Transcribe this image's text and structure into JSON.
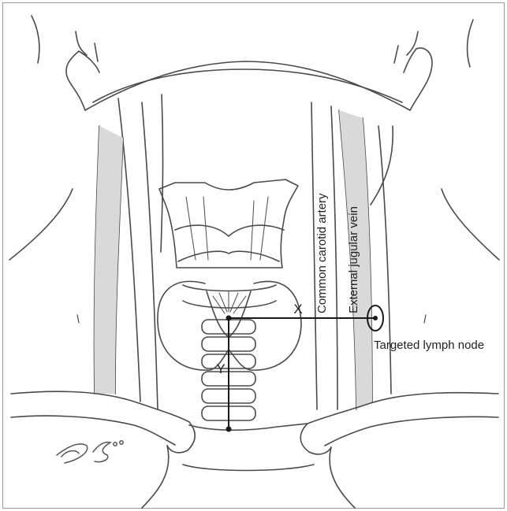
{
  "figure": {
    "labels": {
      "common_carotid_artery": "Common carotid artery",
      "external_jugular_vein": "External jugular vein",
      "targeted_lymph_node": "Targeted lymph node",
      "x_axis": "X",
      "y_axis": "Y"
    },
    "signature_text": "D.S.'09",
    "colors": {
      "line": "#4a4a4a",
      "shade": "#d9d9d9",
      "measure": "#1a1a1a",
      "frame": "#9a9a9a"
    }
  }
}
